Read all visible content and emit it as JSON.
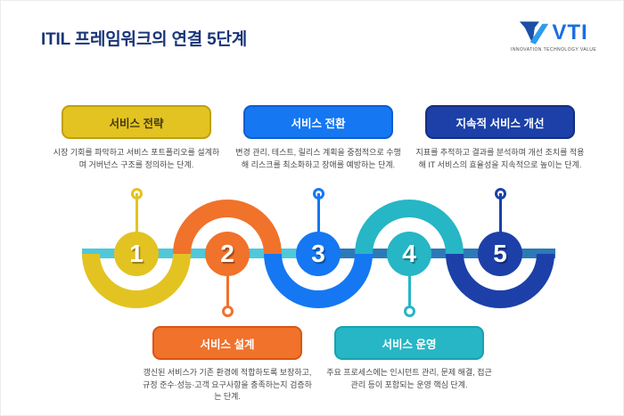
{
  "header": {
    "title": "ITIL 프레임워크의 연결 5단계",
    "logo": {
      "text": "VTI",
      "tagline": "INNOVATION TECHNOLOGY VALUE",
      "icon_dark": "#1b4fa8",
      "icon_light": "#2f9bf0",
      "text_color": "#1a6fe0"
    }
  },
  "diagram": {
    "band_colors": {
      "left": "#4fc8da",
      "right": "#2b7ab8"
    },
    "stages": [
      {
        "number": "1",
        "label": "서비스 전략",
        "description": "시장 기회를 파악하고 서비스 포트폴리오를 설계하며 거버넌스 구조를 정의하는 단계.",
        "color": "#e3c322",
        "color_dark": "#bfa00f",
        "label_color": "#423a0e",
        "position": "top"
      },
      {
        "number": "2",
        "label": "서비스 설계",
        "description": "갱신된 서비스가 기존 환경에 적합하도록 보장하고, 규정 준수·성능·고객 요구사항을 충족하는지 검증하는 단계.",
        "color": "#f0722b",
        "color_dark": "#d85614",
        "label_color": "#ffffff",
        "position": "bottom"
      },
      {
        "number": "3",
        "label": "서비스 전환",
        "description": "변경 관리, 테스트, 릴리스 계획을 중점적으로 수행해 리스크를 최소화하고 장애를 예방하는 단계.",
        "color": "#1577f2",
        "color_dark": "#0c5ed2",
        "label_color": "#ffffff",
        "position": "top"
      },
      {
        "number": "4",
        "label": "서비스 운영",
        "description": "주요 프로세스에는 인시던트 관리, 문제 해결, 접근 관리 등이 포함되는 운영 핵심 단계.",
        "color": "#26b6c5",
        "color_dark": "#17a2b0",
        "label_color": "#ffffff",
        "position": "bottom"
      },
      {
        "number": "5",
        "label": "지속적 서비스 개선",
        "description": "지표를 추적하고 결과를 분석하며 개선 조치를 적용해 IT 서비스의 효율성을 지속적으로 높이는 단계.",
        "color": "#1c40a8",
        "color_dark": "#142f80",
        "label_color": "#ffffff",
        "position": "top"
      }
    ]
  }
}
